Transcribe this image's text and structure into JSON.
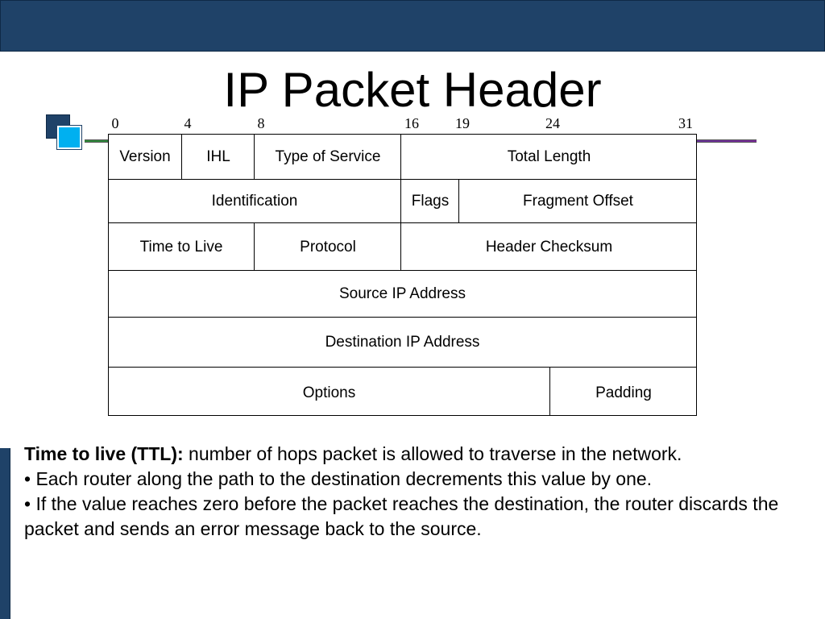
{
  "title": "IP Packet Header",
  "bit_labels": [
    "0",
    "4",
    "8",
    "16",
    "19",
    "24",
    "31"
  ],
  "fields": {
    "version": "Version",
    "ihl": "IHL",
    "type_of_service": "Type of Service",
    "total_length": "Total Length",
    "identification": "Identification",
    "flags": "Flags",
    "fragment_offset": "Fragment Offset",
    "time_to_live": "Time to Live",
    "protocol": "Protocol",
    "header_checksum": "Header Checksum",
    "source_ip": "Source IP Address",
    "destination_ip": "Destination IP Address",
    "options": "Options",
    "padding": "Padding"
  },
  "explanation": {
    "term": "Time to live (TTL):",
    "definition": " number of hops packet is allowed to traverse in the network.",
    "bullet1": "•  Each router along the path to the destination decrements this value by one.",
    "bullet2": "•   If the value reaches zero before the packet reaches the destination, the router discards the packet and sends an error message back to the source."
  },
  "colors": {
    "bar": "#1f4268",
    "accent_square": "#00b0f0"
  }
}
